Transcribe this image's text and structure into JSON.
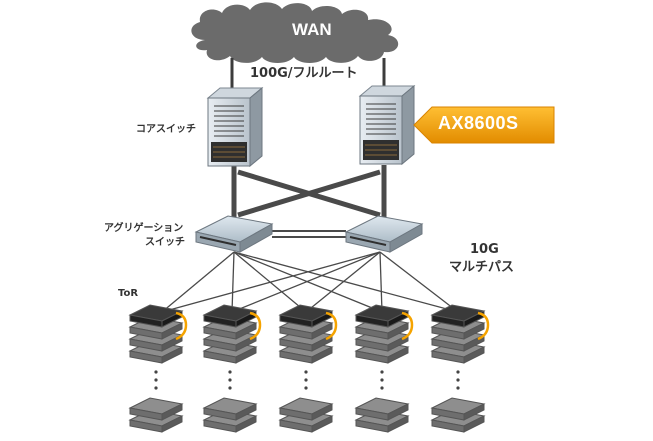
{
  "diagram": {
    "wan": "WAN",
    "link_core": "100G/フルルート",
    "core_label": "コアスイッチ",
    "model_badge": "AX8600S",
    "aggregation_label_line1": "アグリゲーション",
    "aggregation_label_line2": "スイッチ",
    "link_multipath_speed": "10G",
    "link_multipath_label": "マルチパス",
    "tor_label": "ToR"
  },
  "colors": {
    "cloud": "#6b6b6b",
    "badge": "#f5a300",
    "link": "#4a4a4a",
    "tor_accent": "#f5a300"
  }
}
